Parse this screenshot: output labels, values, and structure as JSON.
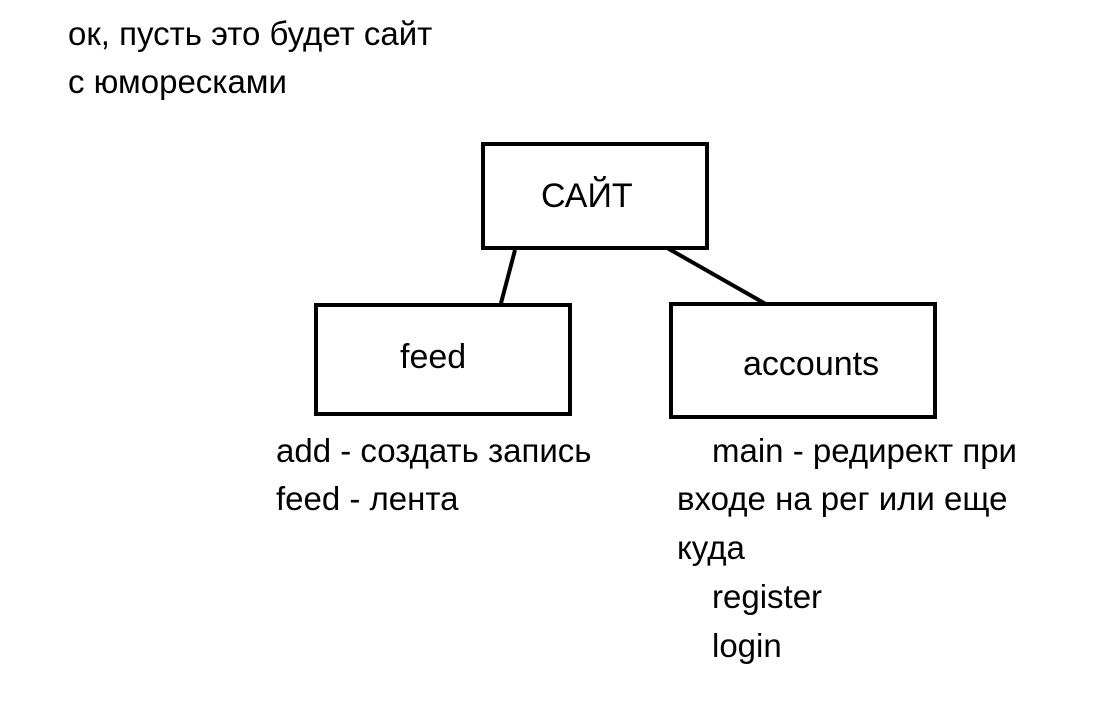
{
  "intro": {
    "line1": "ок, пусть это будет сайт",
    "line2": "с юморесками"
  },
  "nodes": {
    "root": {
      "label": "САЙТ"
    },
    "feed": {
      "label": "feed",
      "notes": [
        "add - создать запись",
        "feed - лента"
      ]
    },
    "accounts": {
      "label": "accounts",
      "notes": [
        "main - редирект при",
        "входе на рег или еще",
        "куда",
        "register",
        "login"
      ]
    }
  },
  "edges": [
    {
      "from": "root",
      "to": "feed"
    },
    {
      "from": "root",
      "to": "accounts"
    }
  ],
  "colors": {
    "stroke": "#000000",
    "background": "#ffffff",
    "text": "#000000"
  }
}
